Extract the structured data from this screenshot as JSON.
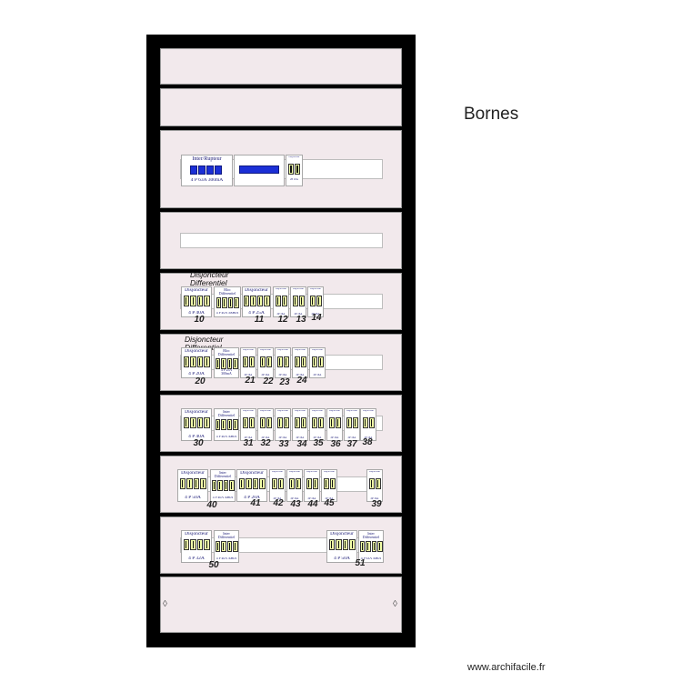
{
  "title": "Bornes",
  "credit": "www.archifacile.fr",
  "latch_glyph": "◊",
  "colors": {
    "cabinet": "#000000",
    "row_panel": "#f2e9ec",
    "pole": "#f2ffa8",
    "device_text": "#20207a",
    "switch_blue": "#1b2fd6"
  },
  "main_switch": {
    "name": "Inter/Rupteur",
    "rating": "4 P 63A 300mA"
  },
  "contactor": {
    "name": "",
    "rating": ""
  },
  "row3_small": {
    "name": "Disjoncteur",
    "rating": "2P 10A"
  },
  "disjoncteur_label": "Disjoncteur Differentiel",
  "row5": {
    "devices": [
      {
        "kind": "big",
        "name": "Disjoncteur",
        "rating": "4 P 40A"
      },
      {
        "kind": "mid",
        "name": "Bloc Differentiel",
        "rating": "4 P 40A 300mA"
      },
      {
        "kind": "big",
        "name": "Disjoncteur",
        "rating": "4 P 25A"
      },
      {
        "kind": "small",
        "name": "Disjoncteur",
        "rating": "2P 16A"
      },
      {
        "kind": "small",
        "name": "Disjoncteur",
        "rating": "2P 16A"
      },
      {
        "kind": "small",
        "name": "Disjoncteur",
        "rating": "2P 16A"
      }
    ],
    "numbers": [
      "10",
      "11",
      "12",
      "13",
      "14"
    ]
  },
  "row6": {
    "devices": [
      {
        "kind": "big",
        "name": "Disjoncteur",
        "rating": "4 P 20A"
      },
      {
        "kind": "mid",
        "name": "Bloc Differentiel",
        "rating": "4 P 25A 300mA"
      },
      {
        "kind": "small",
        "name": "Disjoncteur",
        "rating": "2P 16A"
      },
      {
        "kind": "small",
        "name": "Disjoncteur",
        "rating": "2P 16A"
      },
      {
        "kind": "small",
        "name": "Disjoncteur",
        "rating": "2P 16A"
      },
      {
        "kind": "small",
        "name": "Disjoncteur",
        "rating": "2P 16A"
      },
      {
        "kind": "small",
        "name": "Disjoncteur",
        "rating": "2P 16A"
      }
    ],
    "numbers": [
      "20",
      "21",
      "22",
      "23",
      "24"
    ]
  },
  "row7": {
    "devices": [
      {
        "kind": "big",
        "name": "Disjoncteur",
        "rating": "4 P 40A"
      },
      {
        "kind": "mid",
        "name": "Inter Differentiel",
        "rating": "4 P 40A 30mA"
      },
      {
        "kind": "small",
        "name": "Disjoncteur",
        "rating": "2P 16A"
      },
      {
        "kind": "small",
        "name": "Disjoncteur",
        "rating": "2P 16A"
      },
      {
        "kind": "small",
        "name": "Disjoncteur",
        "rating": "2P 16A"
      },
      {
        "kind": "small",
        "name": "Disjoncteur",
        "rating": "2P 16A"
      },
      {
        "kind": "small",
        "name": "Disjoncteur",
        "rating": "2P 16A"
      },
      {
        "kind": "small",
        "name": "Disjoncteur",
        "rating": "2P 16A"
      },
      {
        "kind": "small",
        "name": "Disjoncteur",
        "rating": "2P 16A"
      },
      {
        "kind": "small",
        "name": "Disjoncteur",
        "rating": "2P 16A"
      }
    ],
    "numbers": [
      "30",
      "31",
      "32",
      "33",
      "34",
      "35",
      "36",
      "37",
      "38"
    ]
  },
  "row8": {
    "devices": [
      {
        "kind": "big",
        "name": "Disjoncteur",
        "rating": "4 P 50A"
      },
      {
        "kind": "mid",
        "name": "Inter Differentiel",
        "rating": "4 P 40A 30mA"
      },
      {
        "kind": "big",
        "name": "Disjoncteur",
        "rating": "4 P 20A"
      },
      {
        "kind": "small",
        "name": "Disjoncteur",
        "rating": "2P 16A"
      },
      {
        "kind": "small",
        "name": "Disjoncteur",
        "rating": "2P 16A"
      },
      {
        "kind": "small",
        "name": "Disjoncteur",
        "rating": "2P 16A"
      },
      {
        "kind": "small",
        "name": "Disjoncteur",
        "rating": "2P 16A"
      },
      {
        "kind": "small",
        "name": "Disjoncteur",
        "rating": "2P 16A"
      }
    ],
    "numbers": [
      "40",
      "41",
      "42",
      "43",
      "44",
      "45",
      "39"
    ]
  },
  "row9": {
    "devices": [
      {
        "kind": "big",
        "name": "Disjoncteur",
        "rating": "4 P 32A"
      },
      {
        "kind": "mid",
        "name": "Inter Differentiel",
        "rating": "4 P 40A 30mA"
      },
      {
        "kind": "big",
        "name": "Disjoncteur",
        "rating": "4 P 50A"
      },
      {
        "kind": "mid",
        "name": "Inter Differentiel",
        "rating": "4 P 63A 30mA"
      }
    ],
    "numbers": [
      "50",
      "51"
    ]
  }
}
